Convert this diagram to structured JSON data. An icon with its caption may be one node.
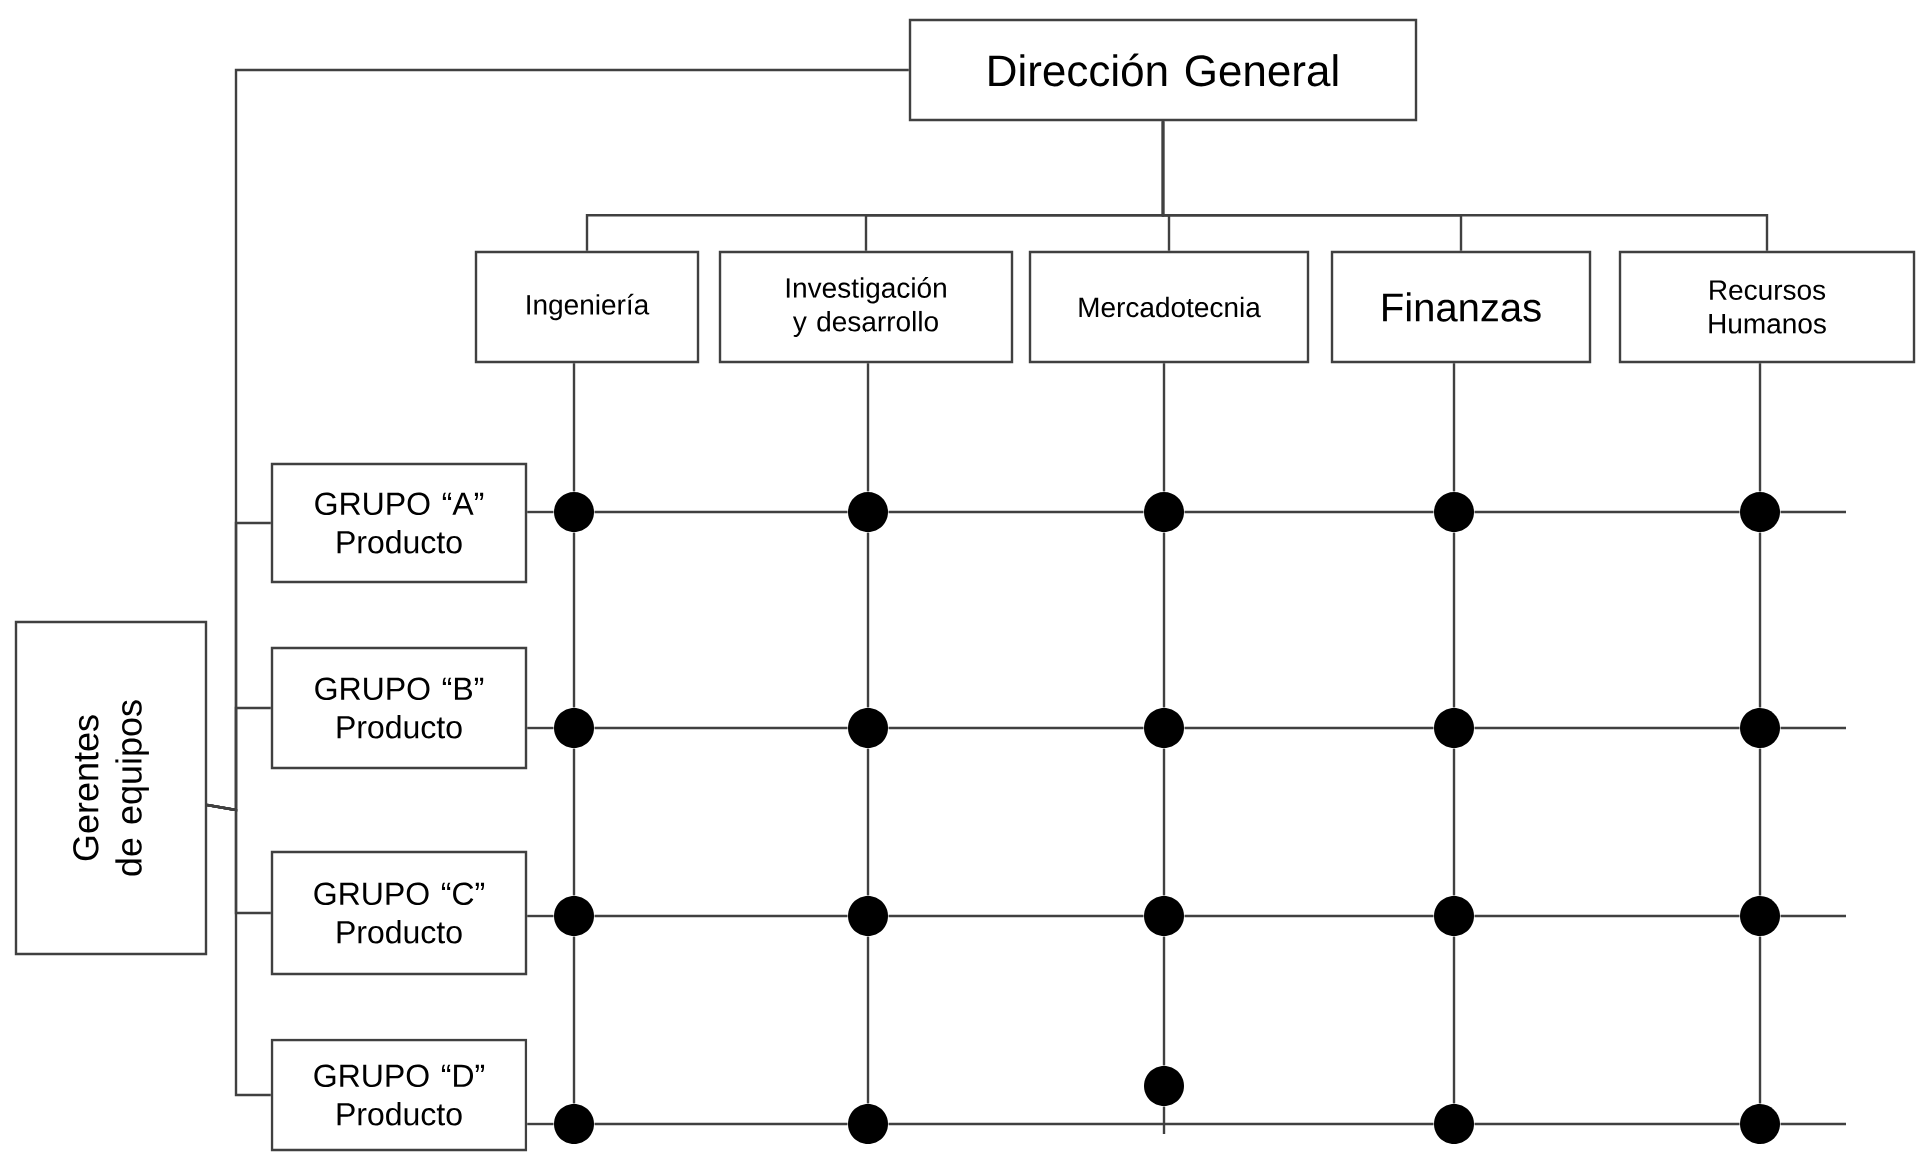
{
  "diagram": {
    "nodes": [
      {
        "text": [
          "Dirección General"
        ]
      },
      {
        "text": [
          "Ingeniería"
        ]
      },
      {
        "text": [
          "Investigación y desarrollo"
        ]
      },
      {
        "text": [
          "Mercadotecnia"
        ]
      },
      {
        "text": [
          "Finanzas"
        ]
      },
      {
        "text": [
          "Recursos Humanos"
        ]
      },
      {
        "text": [
          "Gerentes de equipos"
        ]
      },
      {
        "text": [
          "GRUPO “A” Producto"
        ]
      },
      {
        "text": [
          "GRUPO “B” Producto"
        ]
      },
      {
        "text": [
          "GRUPO “C” Producto"
        ]
      },
      {
        "text": [
          "GRUPO “D” Producto"
        ]
      },
      {
        "text": [],
        "shape": "circle"
      },
      {
        "text": [],
        "shape": "circle"
      },
      {
        "text": [],
        "shape": "circle"
      },
      {
        "text": [],
        "shape": "circle"
      },
      {
        "text": [],
        "shape": "circle"
      },
      {
        "text": [],
        "shape": "circle"
      },
      {
        "text": [],
        "shape": "circle"
      },
      {
        "text": [],
        "shape": "circle"
      },
      {
        "text": [],
        "shape": "circle"
      },
      {
        "text": [],
        "shape": "circle"
      },
      {
        "text": [],
        "shape": "circle"
      },
      {
        "text": [],
        "shape": "circle"
      },
      {
        "text": [],
        "shape": "circle"
      },
      {
        "text": [],
        "shape": "circle"
      },
      {
        "text": [],
        "shape": "circle"
      },
      {
        "text": [],
        "shape": "circle"
      },
      {
        "text": [],
        "shape": "circle"
      },
      {
        "text": [],
        "shape": "circle"
      },
      {
        "text": [],
        "shape": "circle"
      },
      {
        "text": [],
        "shape": "circle"
      }
    ],
    "edges": [
      {
        "from": 0,
        "to": 1,
        "arrow": "none"
      },
      {
        "from": 0,
        "to": 2,
        "arrow": "none"
      },
      {
        "from": 0,
        "to": 3,
        "arrow": "none"
      },
      {
        "from": 0,
        "to": 4,
        "arrow": "none"
      },
      {
        "from": 0,
        "to": 5,
        "arrow": "none"
      },
      {
        "from": 0,
        "to": 6,
        "arrow": "none"
      },
      {
        "from": 6,
        "to": 7,
        "arrow": "none"
      },
      {
        "from": 6,
        "to": 8,
        "arrow": "none"
      },
      {
        "from": 6,
        "to": 9,
        "arrow": "none"
      },
      {
        "from": 6,
        "to": 10,
        "arrow": "none"
      },
      {
        "from": 1,
        "to": 11,
        "arrow": "none"
      },
      {
        "from": 2,
        "to": 12,
        "arrow": "none"
      },
      {
        "from": 3,
        "to": 13,
        "arrow": "none"
      },
      {
        "from": 4,
        "to": 14,
        "arrow": "none"
      },
      {
        "from": 5,
        "to": 15,
        "arrow": "none"
      },
      {
        "from": 11,
        "to": 16,
        "arrow": "none"
      },
      {
        "from": 16,
        "to": 21,
        "arrow": "none"
      },
      {
        "from": 21,
        "to": 26,
        "arrow": "none"
      },
      {
        "from": 12,
        "to": 17,
        "arrow": "none"
      },
      {
        "from": 17,
        "to": 22,
        "arrow": "none"
      },
      {
        "from": 22,
        "to": 27,
        "arrow": "none"
      },
      {
        "from": 13,
        "to": 18,
        "arrow": "none"
      },
      {
        "from": 18,
        "to": 23,
        "arrow": "none"
      },
      {
        "from": 23,
        "to": 28,
        "arrow": "none"
      },
      {
        "from": 14,
        "to": 19,
        "arrow": "none"
      },
      {
        "from": 19,
        "to": 24,
        "arrow": "none"
      },
      {
        "from": 24,
        "to": 29,
        "arrow": "none"
      },
      {
        "from": 15,
        "to": 20,
        "arrow": "none"
      },
      {
        "from": 20,
        "to": 25,
        "arrow": "none"
      },
      {
        "from": 25,
        "to": 30,
        "arrow": "none"
      },
      {
        "from": 28,
        "to": null,
        "arrow": "none"
      },
      {
        "from": 7,
        "to": 11,
        "arrow": "none"
      },
      {
        "from": 11,
        "to": 12,
        "arrow": "none"
      },
      {
        "from": 12,
        "to": 13,
        "arrow": "none"
      },
      {
        "from": 13,
        "to": 14,
        "arrow": "none"
      },
      {
        "from": 14,
        "to": 15,
        "arrow": "none"
      },
      {
        "from": 15,
        "to": null,
        "arrow": "none"
      },
      {
        "from": 8,
        "to": 16,
        "arrow": "none"
      },
      {
        "from": 16,
        "to": 17,
        "arrow": "none"
      },
      {
        "from": 17,
        "to": 18,
        "arrow": "none"
      },
      {
        "from": 18,
        "to": 19,
        "arrow": "none"
      },
      {
        "from": 19,
        "to": 20,
        "arrow": "none"
      },
      {
        "from": 20,
        "to": null,
        "arrow": "none"
      },
      {
        "from": 9,
        "to": 21,
        "arrow": "none"
      },
      {
        "from": 21,
        "to": 22,
        "arrow": "none"
      },
      {
        "from": 22,
        "to": 23,
        "arrow": "none"
      },
      {
        "from": 23,
        "to": 24,
        "arrow": "none"
      },
      {
        "from": 24,
        "to": 25,
        "arrow": "none"
      },
      {
        "from": 25,
        "to": null,
        "arrow": "none"
      },
      {
        "from": 10,
        "to": 26,
        "arrow": "none"
      },
      {
        "from": 26,
        "to": 27,
        "arrow": "none"
      },
      {
        "from": 27,
        "to": 29,
        "arrow": "none"
      },
      {
        "from": 29,
        "to": 30,
        "arrow": "none"
      },
      {
        "from": 30,
        "to": null,
        "arrow": "none"
      }
    ]
  }
}
